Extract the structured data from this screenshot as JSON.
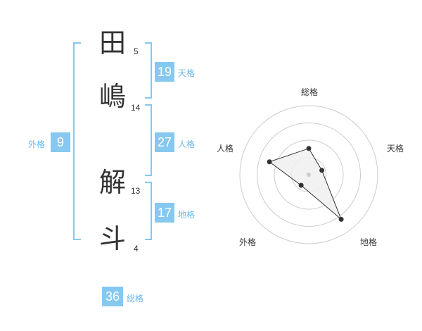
{
  "name": {
    "characters": [
      {
        "char": "田",
        "strokes": "5"
      },
      {
        "char": "嶋",
        "strokes": "14"
      },
      {
        "char": "解",
        "strokes": "13"
      },
      {
        "char": "斗",
        "strokes": "4"
      }
    ]
  },
  "kaku": {
    "tenkaku": {
      "value": "19",
      "label": "天格"
    },
    "jinkaku": {
      "value": "27",
      "label": "人格"
    },
    "chikaku": {
      "value": "17",
      "label": "地格"
    },
    "gaikaku": {
      "value": "9",
      "label": "外格"
    },
    "soukaku": {
      "value": "36",
      "label": "総格"
    }
  },
  "radar": {
    "labels": {
      "top": "総格",
      "right": "天格",
      "bottom_right": "地格",
      "bottom_left": "外格",
      "left": "人格"
    },
    "levels": 4,
    "values": {
      "soukaku": 0.38,
      "tenkaku": 0.2,
      "chikaku": 0.8,
      "gaikaku": 0.19,
      "jinkaku": 0.6
    }
  },
  "colors": {
    "accent": "#86c8f0",
    "bracket": "#86c8f0",
    "grid": "#cccccc",
    "polygon_fill": "#f0f0f0",
    "polygon_stroke": "#333333"
  }
}
